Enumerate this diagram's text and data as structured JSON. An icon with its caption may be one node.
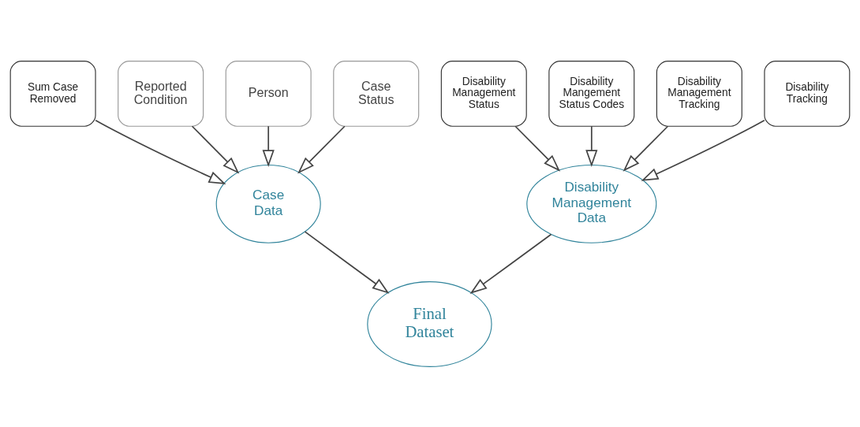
{
  "diagram": {
    "nodes": [
      {
        "text": [
          "Disability Management Status"
        ]
      },
      {
        "text": [
          "Disability Mangement Status Codes"
        ]
      },
      {
        "text": [
          "Disability Management Tracking"
        ]
      },
      {
        "text": [
          "Disability Tracking"
        ]
      },
      {
        "text": [
          "Disability Management Data"
        ]
      },
      {
        "text": [
          "Sum Case Removed"
        ]
      },
      {
        "text": [
          "Reported Condition"
        ]
      },
      {
        "text": [
          "Person"
        ]
      },
      {
        "text": [
          "Case Status"
        ]
      },
      {
        "text": [
          "Case Data"
        ]
      },
      {
        "text": [
          "Final Dataset"
        ]
      }
    ],
    "edges": [
      {
        "from": 0,
        "to": 4,
        "arrow": "to"
      },
      {
        "from": 1,
        "to": 4,
        "arrow": "to"
      },
      {
        "from": 2,
        "to": 4,
        "arrow": "to"
      },
      {
        "from": 3,
        "to": 4,
        "arrow": "to"
      },
      {
        "from": 5,
        "to": 9,
        "arrow": "to"
      },
      {
        "from": 6,
        "to": 9,
        "arrow": "to"
      },
      {
        "from": 7,
        "to": 9,
        "arrow": "to"
      },
      {
        "from": 8,
        "to": 9,
        "arrow": "to"
      },
      {
        "from": 4,
        "to": 10,
        "arrow": "to"
      },
      {
        "from": 9,
        "to": 10,
        "arrow": "to"
      }
    ]
  }
}
